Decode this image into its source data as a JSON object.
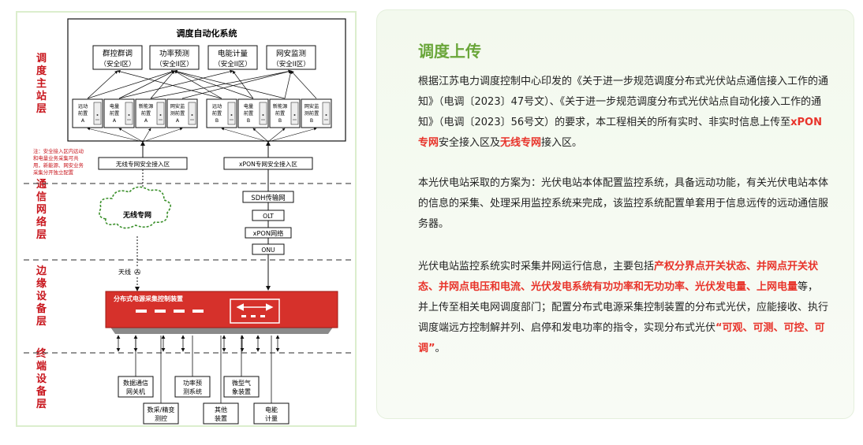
{
  "diagram": {
    "top_caption": "",
    "system_title": "调度自动化系统",
    "apps": [
      {
        "name": "群控群调",
        "zone": "（安全I区）"
      },
      {
        "name": "功率预测",
        "zone": "（安全II区）"
      },
      {
        "name": "电能计量",
        "zone": "（安全II区）"
      },
      {
        "name": "网安监测",
        "zone": "（安全II区）"
      }
    ],
    "front_ends": [
      {
        "l1": "远动",
        "l2": "前置",
        "l3": "A"
      },
      {
        "l1": "电量",
        "l2": "前置",
        "l3": "A"
      },
      {
        "l1": "新能源",
        "l2": "前置",
        "l3": "A"
      },
      {
        "l1": "网安监",
        "l2": "测前置",
        "l3": "A"
      },
      {
        "l1": "远动",
        "l2": "前置",
        "l3": "B"
      },
      {
        "l1": "电量",
        "l2": "前置",
        "l3": "B"
      },
      {
        "l1": "新能源",
        "l2": "前置",
        "l3": "B"
      },
      {
        "l1": "网安监",
        "l2": "测前置",
        "l3": "B"
      }
    ],
    "layers": [
      "调度主站层",
      "通信网络层",
      "边缘设备层",
      "终端设备层"
    ],
    "note_lines": [
      "注：安全接入区内远动",
      "和电量业务采集可共",
      "用，新能源、网安业务",
      "采集分开独立配置"
    ],
    "access_wireless": "无线专网安全接入区",
    "access_xpon": "xPON专网安全接入区",
    "cloud": "无线专网",
    "sdh": "SDH传输网",
    "olt": "OLT",
    "xpon_net": "xPON网络",
    "onu": "ONU",
    "antenna": "天线",
    "device": "分布式电源采集控制装置",
    "terminals_top": [
      {
        "l1": "数据通信",
        "l2": "网关机"
      },
      {
        "l1": "功率预",
        "l2": "测系统"
      },
      {
        "l1": "微型气",
        "l2": "象装置"
      }
    ],
    "terminals_bottom": [
      {
        "l1": "数采/精变",
        "l2": "测控"
      },
      {
        "l1": "其他",
        "l2": "装置"
      },
      {
        "l1": "电能",
        "l2": "计量"
      }
    ]
  },
  "card": {
    "title": "调度上传",
    "p1": [
      {
        "t": "根据江苏电力调度控制中心印发的《关于进一步规范调度分布式光伏站点通信接入工作的通知》（电调〔2023〕47号文）、《关于进一步规范调度分布式光伏站点自动化接入工作的通知》（电调〔2023〕56号文）的要求，本工程相关的所有实时、非实时信息上传至"
      },
      {
        "t": "xPON专网",
        "hl": true
      },
      {
        "t": "安全接入区及"
      },
      {
        "t": "无线专网",
        "hl": true
      },
      {
        "t": "接入区。"
      }
    ],
    "p2": [
      {
        "t": "本光伏电站采取的方案为：光伏电站本体配置监控系统，具备远动功能，有关光伏电站本体的信息的采集、处理采用监控系统来完成，该监控系统配置单套用于信息远传的远动通信服务器。"
      }
    ],
    "p3": [
      {
        "t": "光伏电站监控系统实时采集并网运行信息，主要包括"
      },
      {
        "t": "产权分界点开关状态、并网点开关状态、并网点电压和电流、光伏发电系统有功功率和无功功率、光伏发电量、上网电量",
        "hl": true
      },
      {
        "t": "等，并上传至相关电网调度部门；配置分布式电源采集控制装置的分布式光伏，应能接收、执行调度端远方控制解并列、启停和发电功率的指令，实现分布式光伏"
      },
      {
        "t": "“可观、可测、可控、可调”",
        "hl": true
      },
      {
        "t": "。"
      }
    ],
    "colors": {
      "accent": "#6aa63a",
      "highlight": "#e8332a",
      "device": "#d6312b",
      "layer_text": "#c8161d"
    }
  }
}
